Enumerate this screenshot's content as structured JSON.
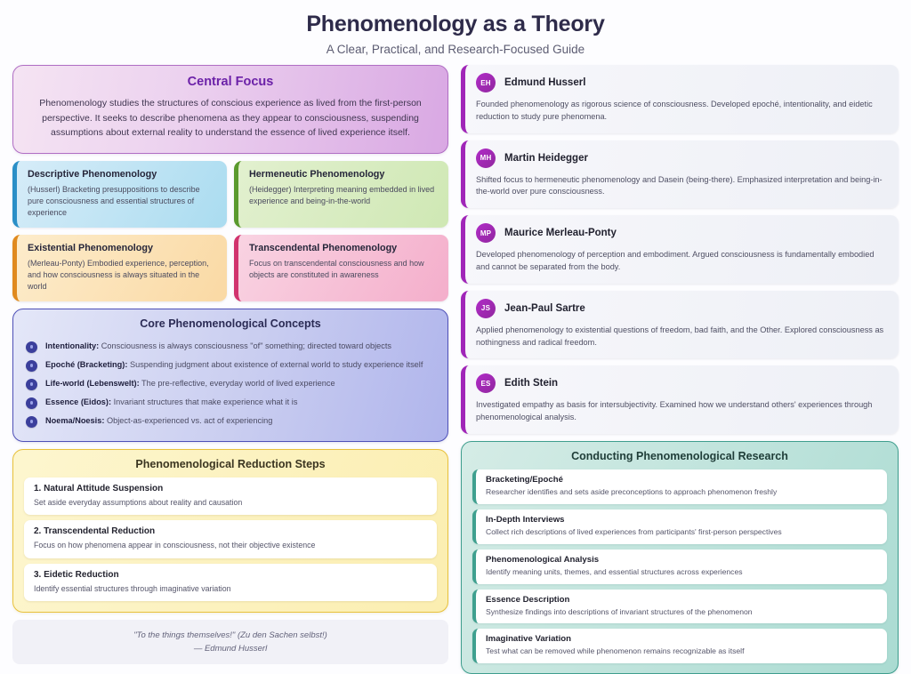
{
  "header": {
    "title": "Phenomenology as a Theory",
    "subtitle": "A Clear, Practical, and Research-Focused Guide"
  },
  "central_focus": {
    "title": "Central Focus",
    "body": "Phenomenology studies the structures of conscious experience as lived from the first-person perspective. It seeks to describe phenomena as they appear to consciousness, suspending assumptions about external reality to understand the essence of lived experience itself."
  },
  "types": [
    {
      "title": "Descriptive Phenomenology",
      "desc": "(Husserl) Bracketing presuppositions to describe pure consciousness and essential structures of experience",
      "accent": "#2a8fc7"
    },
    {
      "title": "Hermeneutic Phenomenology",
      "desc": "(Heidegger) Interpreting meaning embedded in lived experience and being-in-the-world",
      "accent": "#5a9a2e"
    },
    {
      "title": "Existential Phenomenology",
      "desc": "(Merleau-Ponty) Embodied experience, perception, and how consciousness is always situated in the world",
      "accent": "#e08a1e"
    },
    {
      "title": "Transcendental Phenomenology",
      "desc": "Focus on transcendental consciousness and how objects are constituted in awareness",
      "accent": "#d1336e"
    }
  ],
  "concepts": {
    "title": "Core Phenomenological Concepts",
    "items": [
      {
        "term": "Intentionality:",
        "desc": "Consciousness is always consciousness \"of\" something; directed toward objects"
      },
      {
        "term": "Epoché (Bracketing):",
        "desc": "Suspending judgment about existence of external world to study experience itself"
      },
      {
        "term": "Life-world (Lebenswelt):",
        "desc": "The pre-reflective, everyday world of lived experience"
      },
      {
        "term": "Essence (Eidos):",
        "desc": "Invariant structures that make experience what it is"
      },
      {
        "term": "Noema/Noesis:",
        "desc": "Object-as-experienced vs. act of experiencing"
      }
    ]
  },
  "reduction": {
    "title": "Phenomenological Reduction Steps",
    "steps": [
      {
        "title": "1. Natural Attitude Suspension",
        "desc": "Set aside everyday assumptions about reality and causation"
      },
      {
        "title": "2. Transcendental Reduction",
        "desc": "Focus on how phenomena appear in consciousness, not their objective existence"
      },
      {
        "title": "3. Eidetic Reduction",
        "desc": "Identify essential structures through imaginative variation"
      }
    ]
  },
  "quote": {
    "text": "\"To the things themselves!\" (Zu den Sachen selbst!)",
    "attribution": "— Edmund Husserl"
  },
  "thinkers": [
    {
      "initials": "EH",
      "name": "Edmund Husserl",
      "desc": "Founded phenomenology as rigorous science of consciousness. Developed epoché, intentionality, and eidetic reduction to study pure phenomena."
    },
    {
      "initials": "MH",
      "name": "Martin Heidegger",
      "desc": "Shifted focus to hermeneutic phenomenology and Dasein (being-there). Emphasized interpretation and being-in-the-world over pure consciousness."
    },
    {
      "initials": "MP",
      "name": "Maurice Merleau-Ponty",
      "desc": "Developed phenomenology of perception and embodiment. Argued consciousness is fundamentally embodied and cannot be separated from the body."
    },
    {
      "initials": "JS",
      "name": "Jean-Paul Sartre",
      "desc": "Applied phenomenology to existential questions of freedom, bad faith, and the Other. Explored consciousness as nothingness and radical freedom."
    },
    {
      "initials": "ES",
      "name": "Edith Stein",
      "desc": "Investigated empathy as basis for intersubjectivity. Examined how we understand others' experiences through phenomenological analysis."
    }
  ],
  "research": {
    "title": "Conducting Phenomenological Research",
    "items": [
      {
        "title": "Bracketing/Epoché",
        "desc": "Researcher identifies and sets aside preconceptions to approach phenomenon freshly"
      },
      {
        "title": "In-Depth Interviews",
        "desc": "Collect rich descriptions of lived experiences from participants' first-person perspectives"
      },
      {
        "title": "Phenomenological Analysis",
        "desc": "Identify meaning units, themes, and essential structures across experiences"
      },
      {
        "title": "Essence Description",
        "desc": "Synthesize findings into descriptions of invariant structures of the phenomenon"
      },
      {
        "title": "Imaginative Variation",
        "desc": "Test what can be removed while phenomenon remains recognizable as itself"
      }
    ]
  },
  "colors": {
    "brand_purple": "#6b21a8",
    "avatar_purple": "#a026b8",
    "concept_blue": "#3b3f9c",
    "reduction_yellow": "#e8c13c",
    "research_teal": "#3fa08f"
  }
}
